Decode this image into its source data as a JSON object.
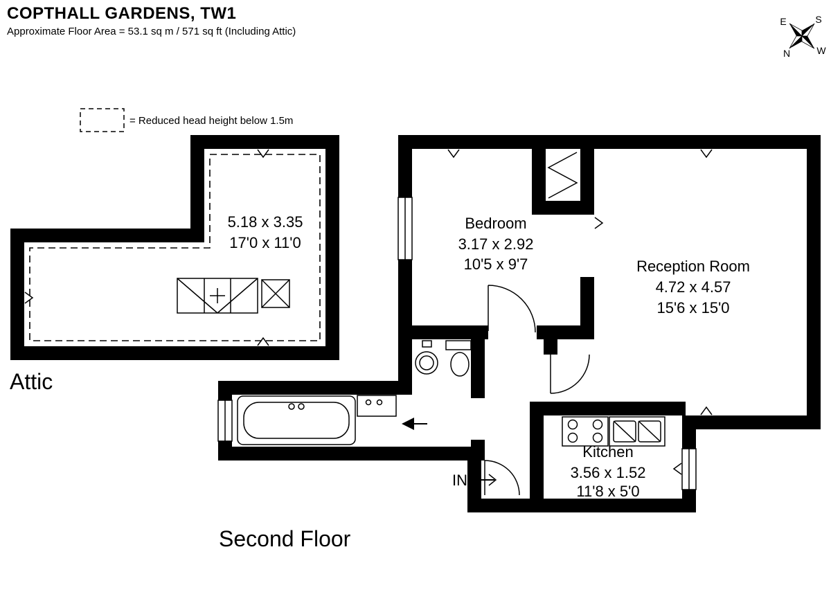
{
  "header": {
    "title": "COPTHALL GARDENS, TW1",
    "subtitle": "Approximate Floor Area = 53.1 sq m / 571 sq ft (Including Attic)"
  },
  "legend": {
    "label": "= Reduced head height below 1.5m"
  },
  "compass": {
    "n": "N",
    "e": "E",
    "s": "S",
    "w": "W"
  },
  "floors": {
    "attic": {
      "label": "Attic",
      "dim_metric": "5.18 x 3.35",
      "dim_imperial": "17'0 x 11'0"
    },
    "second": {
      "label": "Second Floor",
      "entrance": "IN",
      "bedroom": {
        "name": "Bedroom",
        "metric": "3.17 x 2.92",
        "imperial": "10'5 x 9'7"
      },
      "reception": {
        "name": "Reception Room",
        "metric": "4.72 x 4.57",
        "imperial": "15'6 x 15'0"
      },
      "kitchen": {
        "name": "Kitchen",
        "metric": "3.56 x 1.52",
        "imperial": "11'8 x 5'0"
      }
    }
  },
  "colors": {
    "wall": "#000000",
    "background": "#ffffff",
    "line": "#000000"
  }
}
